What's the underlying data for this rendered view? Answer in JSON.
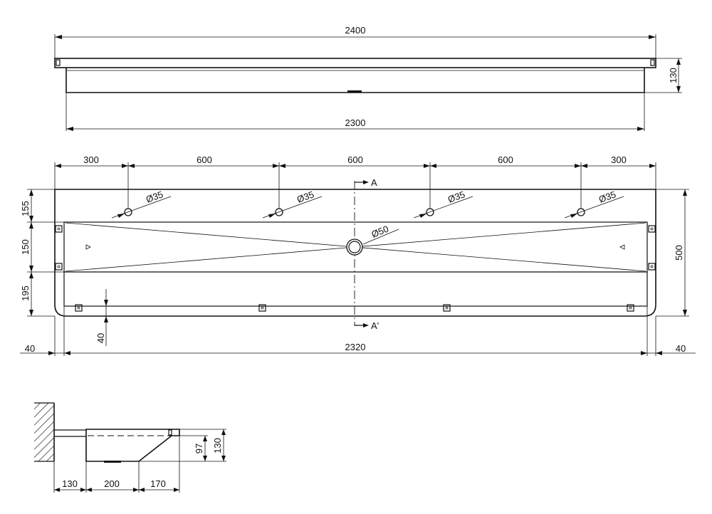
{
  "top_view": {
    "dim_overall": "2400",
    "dim_inner": "2300",
    "dim_height": "130"
  },
  "plan_view": {
    "tap_spacing": [
      "300",
      "600",
      "600",
      "600",
      "300"
    ],
    "tap_hole_label": "Ø35",
    "drain_label": "Ø50",
    "section_a": "A",
    "section_a_prime": "A'",
    "left_dims": [
      "155",
      "150",
      "195"
    ],
    "dim_depth": "500",
    "dim_inner_offset": "40",
    "dim_margin_left": "40",
    "dim_inner_width": "2320",
    "dim_margin_right": "40"
  },
  "section_view": {
    "dim_wall": "130",
    "dim_bottom": "200",
    "dim_slope": "170",
    "dim_depth_inner": "97",
    "dim_depth_outer": "130"
  },
  "colors": {
    "line": "#111111",
    "background": "#ffffff"
  }
}
